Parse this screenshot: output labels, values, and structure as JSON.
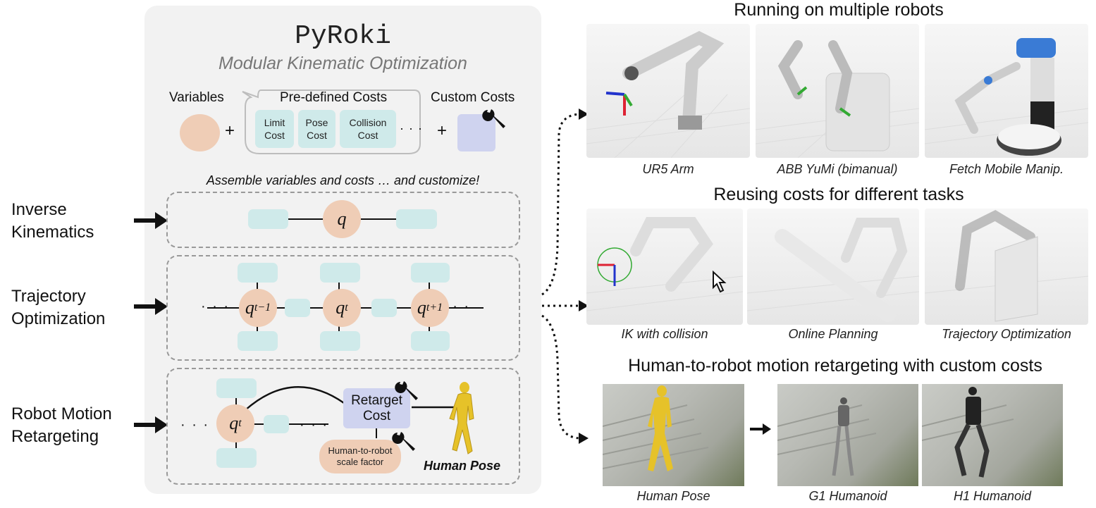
{
  "panel": {
    "title": "PyRoki",
    "subtitle": "Modular Kinematic Optimization",
    "variables_label": "Variables",
    "predefined_label": "Pre-defined Costs",
    "custom_label": "Custom Costs",
    "plus": "+",
    "ellipsis": "· · ·",
    "cost_items": [
      "Limit Cost",
      "Pose Cost",
      "Collision Cost"
    ],
    "assemble_text": "Assemble variables and costs … and customize!",
    "rows": [
      {
        "label": "Inverse Kinematics",
        "variables": [
          "q"
        ]
      },
      {
        "label": "Trajectory Optimization",
        "variables": [
          "q",
          "q",
          "q"
        ],
        "subscripts": [
          "t−1",
          "t",
          "t+1"
        ]
      },
      {
        "label": "Robot Motion Retargeting",
        "variables": [
          "q"
        ],
        "subscripts": [
          "t"
        ]
      }
    ],
    "retarget_cost": "Retarget Cost",
    "scale_factor": "Human-to-robot scale factor",
    "human_pose_label": "Human Pose"
  },
  "right": {
    "sections": [
      {
        "heading": "Running on multiple robots",
        "captions": [
          "UR5 Arm",
          "ABB YuMi (bimanual)",
          "Fetch Mobile Manip."
        ]
      },
      {
        "heading": "Reusing costs for different tasks",
        "captions": [
          "IK with collision",
          "Online Planning",
          "Trajectory Optimization"
        ]
      },
      {
        "heading": "Human-to-robot motion retargeting with custom costs",
        "captions": [
          "Human Pose",
          "G1 Humanoid",
          "H1 Humanoid"
        ]
      }
    ]
  },
  "colors": {
    "panel_bg": "#f2f2f2",
    "cost_teal": "#cfeaea",
    "variable_peach": "#efcdb6",
    "custom_lavender": "#cfd3ef",
    "human_yellow": "#e6c229"
  },
  "icons": [
    "wrench-icon",
    "cursor-arrow-icon",
    "right-arrow-icon"
  ]
}
